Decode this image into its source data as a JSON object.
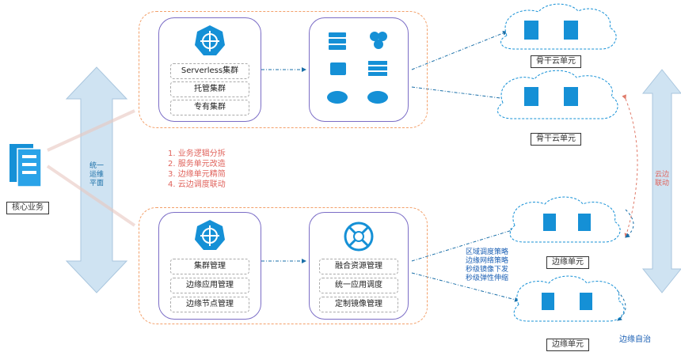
{
  "core": {
    "label": "核心业务"
  },
  "left_arrow": {
    "label_lines": [
      "统一",
      "运维",
      "平面"
    ]
  },
  "top_group": {
    "cluster_items": [
      "Serverless集群",
      "托管集群",
      "专有集群"
    ]
  },
  "bottom_group": {
    "left_items": [
      "集群管理",
      "边缘应用管理",
      "边缘节点管理"
    ],
    "right_items": [
      "融合资源管理",
      "统一应用调度",
      "定制镜像管理"
    ]
  },
  "steps": [
    "1.  业务逻辑分拆",
    "2.  服务单元改造",
    "3.  边缘单元精简",
    "4.  云边调度联动"
  ],
  "clouds": {
    "top1": "骨干云单元",
    "top2": "骨干云单元",
    "edge1": "边缘单元",
    "edge2": "边缘单元"
  },
  "edge_strategies": [
    "区域调度策略",
    "边缘网络策略",
    "秒级镜像下发",
    "秒级弹性伸缩"
  ],
  "right_arrow": {
    "label_lines": [
      "云边",
      "联动"
    ]
  },
  "edge_autonomy": "边缘自治",
  "colors": {
    "accent_blue": "#1590d6",
    "arrow_blue": "#cfe3f2",
    "dash_orange": "#f3a06a",
    "card_purple": "#7b6dc6",
    "step_red": "#e0635c"
  }
}
